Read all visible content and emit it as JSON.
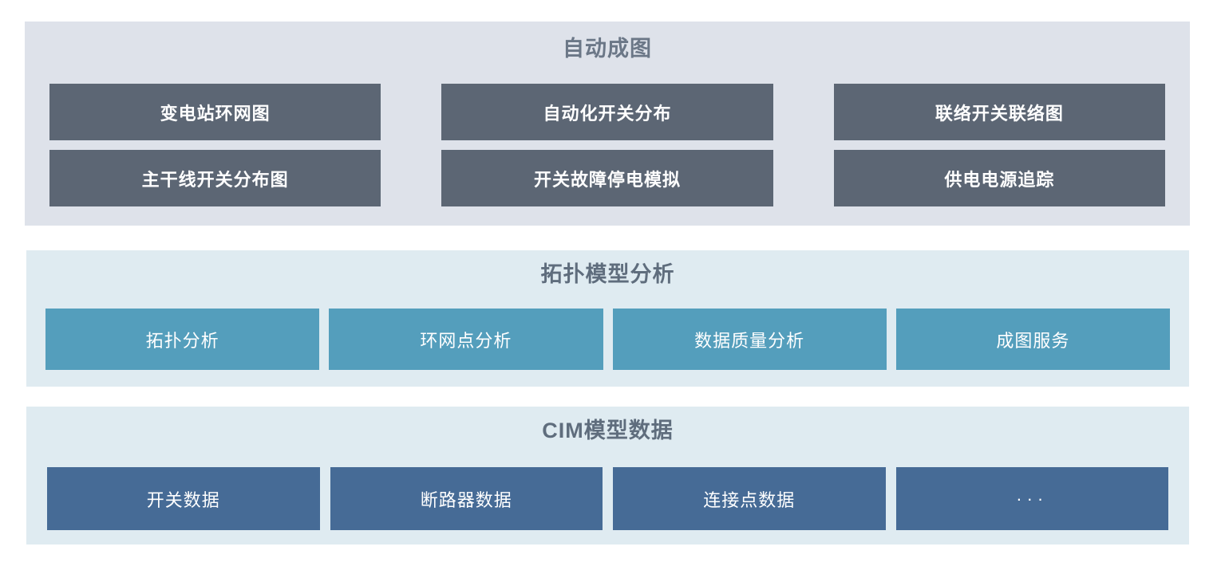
{
  "sections": [
    {
      "id": "auto-mapping",
      "title": "自动成图",
      "style": "dark",
      "panel_bg": "#dee2ea",
      "title_color": "#6b7787",
      "button_bg": "#5c6674",
      "button_text_color": "#ffffff",
      "buttons": [
        {
          "label": "变电站环网图"
        },
        {
          "label": "自动化开关分布"
        },
        {
          "label": "联络开关联络图"
        },
        {
          "label": "主干线开关分布图"
        },
        {
          "label": "开关故障停电模拟"
        },
        {
          "label": "供电电源追踪"
        }
      ]
    },
    {
      "id": "topology",
      "title": "拓扑模型分析",
      "style": "teal",
      "panel_bg": "#dfebf1",
      "title_color": "#5f6d7d",
      "button_bg": "#549ebc",
      "button_text_color": "#ffffff",
      "buttons": [
        {
          "label": "拓扑分析"
        },
        {
          "label": "环网点分析"
        },
        {
          "label": "数据质量分析"
        },
        {
          "label": "成图服务"
        }
      ]
    },
    {
      "id": "cim",
      "title": "CIM模型数据",
      "style": "steel",
      "panel_bg": "#dfebf1",
      "title_color": "#5f6d7d",
      "button_bg": "#466b96",
      "button_text_color": "#ffffff",
      "buttons": [
        {
          "label": "开关数据"
        },
        {
          "label": "断路器数据"
        },
        {
          "label": "连接点数据"
        },
        {
          "label": "···"
        }
      ]
    }
  ]
}
